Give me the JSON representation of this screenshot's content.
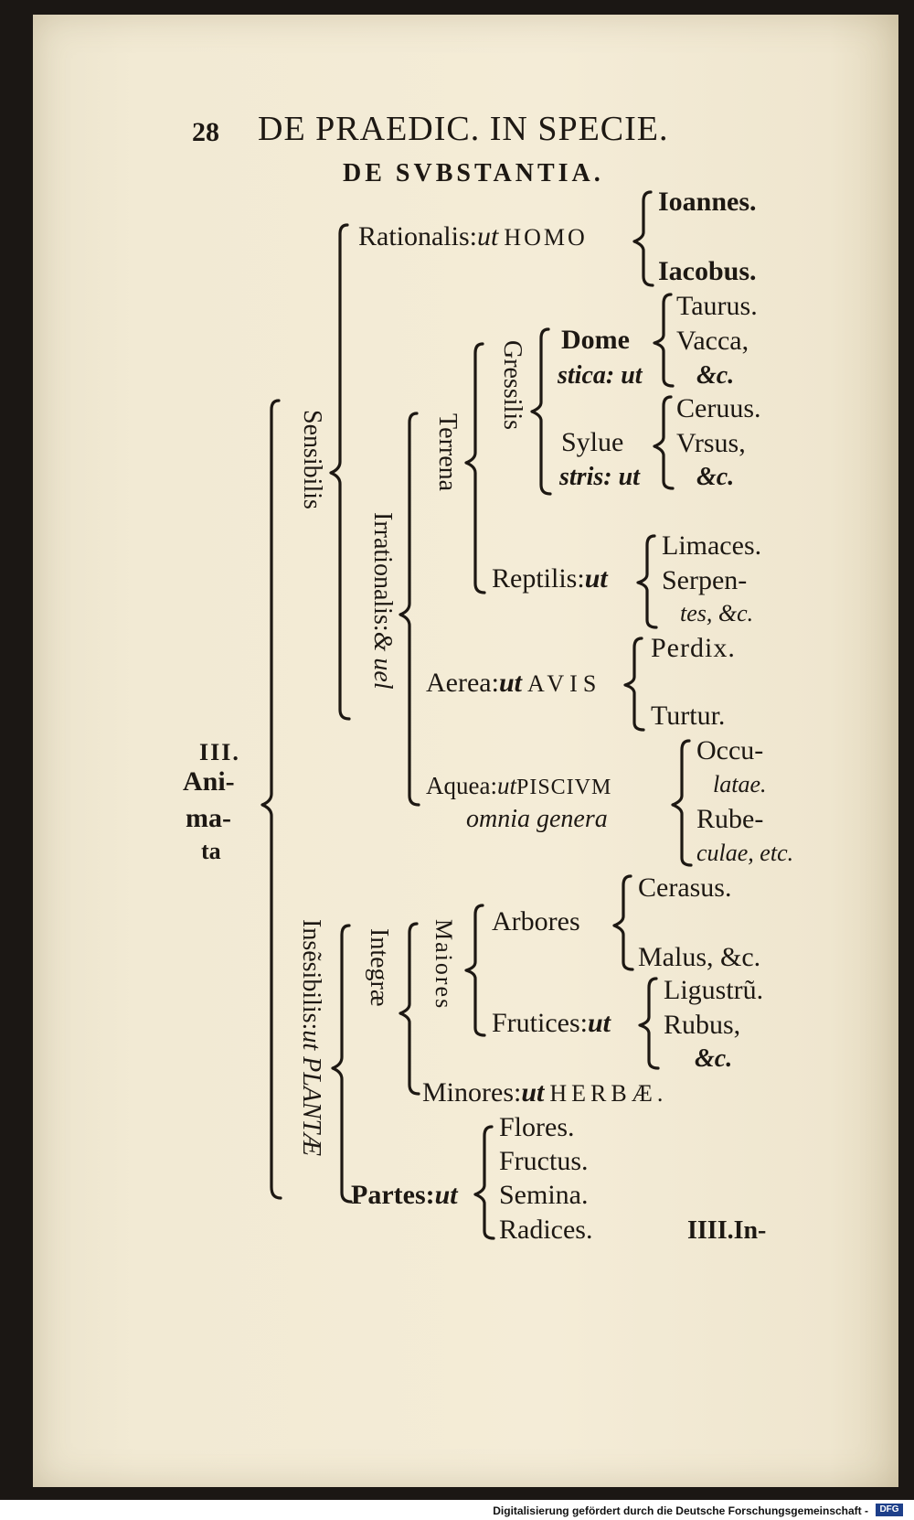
{
  "header": {
    "page_number": "28",
    "running_title": "DE PRAEDIC. IN SPECIE.",
    "section_title": "DE SVBSTANTIA."
  },
  "tree": {
    "root": {
      "line1": "III.",
      "line2": "Ani-",
      "line3": "ma-",
      "line4": "ta"
    },
    "sensibilis": "Sensibilis",
    "rationalis": {
      "label": "Rationalis:",
      "ut": "ut",
      "caps": "HOMO",
      "ex1": "Ioannes.",
      "ex2": "Iacobus."
    },
    "irrationalis": "Irrationalis:",
    "irrationalis_tail": "& uel",
    "terrena": "Terrena",
    "gressilis": "Gressilis",
    "domestica": {
      "line1": "Dome",
      "line2": "stica: ut",
      "ex1": "Taurus.",
      "ex2": "Vacca,",
      "ex3": "&c."
    },
    "sylvestris": {
      "line1": "Sylue",
      "line2": "stris: ut",
      "ex1": "Ceruus.",
      "ex2": "Vrsus,",
      "ex3": "&c."
    },
    "reptilis": {
      "label": "Reptilis:",
      "ut": "ut",
      "ex1": "Limaces.",
      "ex2": "Serpen-",
      "ex3": "tes, &c."
    },
    "aerea": {
      "label": "Aerea:",
      "ut": "ut",
      "caps": "AVIS",
      "ex1": "Perdix.",
      "ex2": "Turtur."
    },
    "aquea": {
      "label": "Aquea:",
      "ut": "ut",
      "caps": "PISCIVM",
      "line2": "omnia genera",
      "ex1": "Occu-",
      "ex2": "latae.",
      "ex3": "Rube-",
      "ex4": "culae, etc."
    },
    "insensibilis": "Insẽsibilis:",
    "insensibilis_tail": "ut PLANTÆ",
    "integrae": "Integræ",
    "maiores": "Maiores",
    "arbores": {
      "label": "Arbores",
      "ex1": "Cerasus.",
      "ex2": "Malus, &c."
    },
    "frutices": {
      "label": "Frutices:",
      "ut": "ut",
      "ex1": "Ligustrũ.",
      "ex2": "Rubus,",
      "ex3": "&c."
    },
    "minores": {
      "label": "Minores:",
      "ut": "ut",
      "caps": "HERBÆ."
    },
    "partes": {
      "label": "Partes:",
      "ut": "ut",
      "ex1": "Flores.",
      "ex2": "Fructus.",
      "ex3": "Semina.",
      "ex4": "Radices."
    }
  },
  "catchword": "IIII.In-",
  "footer": {
    "credit": "Digitalisierung gefördert durch die Deutsche Forschungsgemeinschaft -",
    "logo": "DFG"
  }
}
